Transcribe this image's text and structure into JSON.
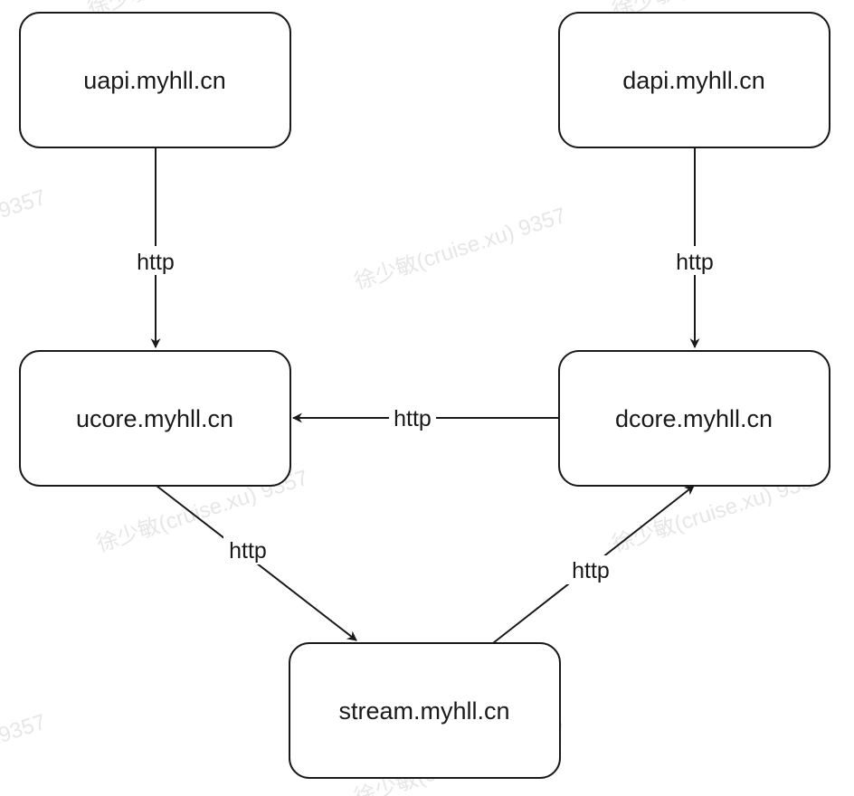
{
  "watermark": {
    "text": "徐少敏(cruise.xu) 9357"
  },
  "nodes": {
    "uapi": {
      "label": "uapi.myhll.cn"
    },
    "dapi": {
      "label": "dapi.myhll.cn"
    },
    "ucore": {
      "label": "ucore.myhll.cn"
    },
    "dcore": {
      "label": "dcore.myhll.cn"
    },
    "stream": {
      "label": "stream.myhll.cn"
    }
  },
  "edges": {
    "uapi_to_ucore": {
      "label": "http"
    },
    "dapi_to_dcore": {
      "label": "http"
    },
    "dcore_to_ucore": {
      "label": "http"
    },
    "ucore_to_stream": {
      "label": "http"
    },
    "stream_to_dcore": {
      "label": "http"
    }
  }
}
